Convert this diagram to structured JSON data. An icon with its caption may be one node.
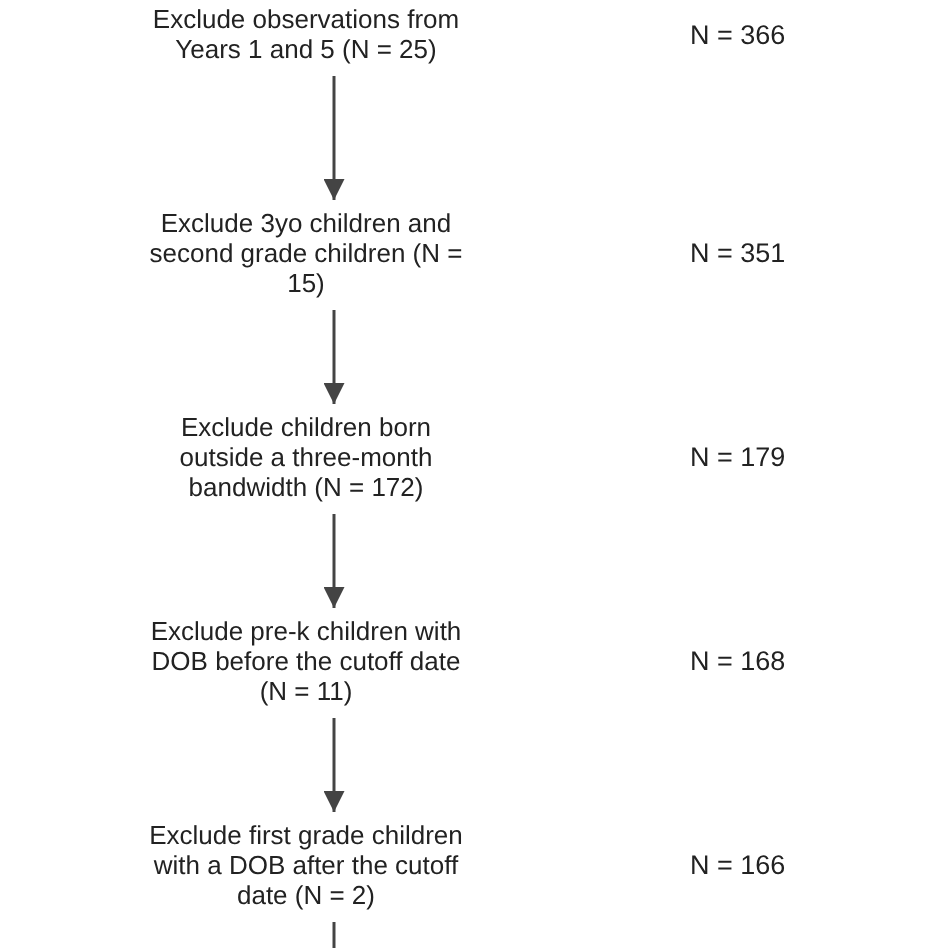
{
  "diagram": {
    "nodes": [
      {
        "text": [
          "Exclude observations from Years 1 and 5 (N = 25)"
        ]
      },
      {
        "text": [
          "Exclude 3yo children and second grade children (N = 15)"
        ]
      },
      {
        "text": [
          "Exclude children born outside a three-month bandwidth (N = 172)"
        ]
      },
      {
        "text": [
          "Exclude pre-k children with DOB before the cutoff date (N = 11)"
        ]
      },
      {
        "text": [
          "Exclude first grade children with a DOB after the cutoff date (N = 2)"
        ]
      }
    ],
    "edges": [
      {
        "from": 0,
        "to": 1,
        "arrow": "to"
      },
      {
        "from": 1,
        "to": 2,
        "arrow": "to"
      },
      {
        "from": 2,
        "to": 3,
        "arrow": "to"
      },
      {
        "from": 3,
        "to": 4,
        "arrow": "to"
      },
      {
        "from": 4,
        "to": null,
        "arrow": "none"
      }
    ],
    "labels": [
      "N = 366",
      "N = 351",
      "N = 179",
      "N = 168",
      "N = 166"
    ]
  }
}
